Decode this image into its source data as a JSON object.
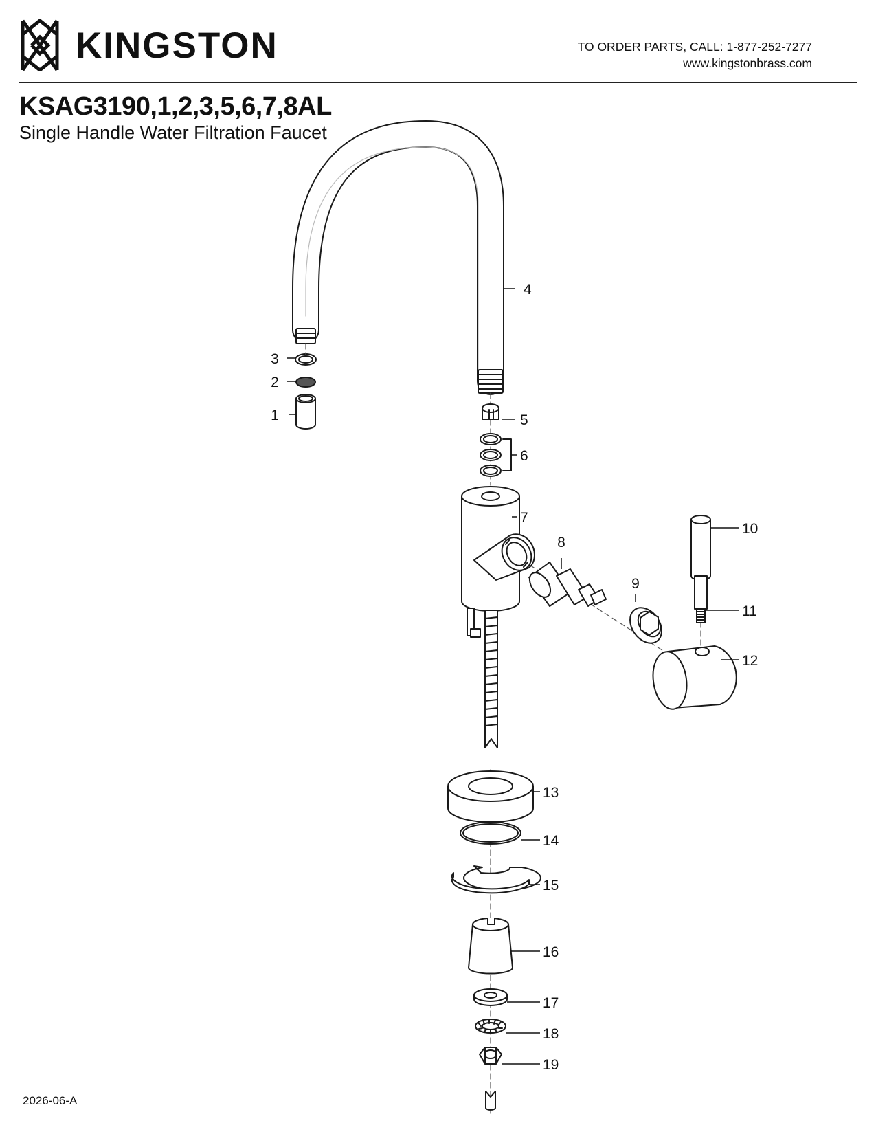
{
  "header": {
    "brand_name": "KINGSTON",
    "order_line": "TO ORDER PARTS, CALL: 1-877-252-7277",
    "website": "www.kingstonbrass.com"
  },
  "product": {
    "model": "KSAG3190,1,2,3,5,6,7,8AL",
    "title": "Single Handle Water Filtration Faucet"
  },
  "diagram": {
    "callouts": [
      "1",
      "2",
      "3",
      "4",
      "5",
      "6",
      "7",
      "8",
      "9",
      "10",
      "11",
      "12",
      "13",
      "14",
      "15",
      "16",
      "17",
      "18",
      "19"
    ]
  },
  "footer": {
    "revision": "2026-06-A"
  }
}
